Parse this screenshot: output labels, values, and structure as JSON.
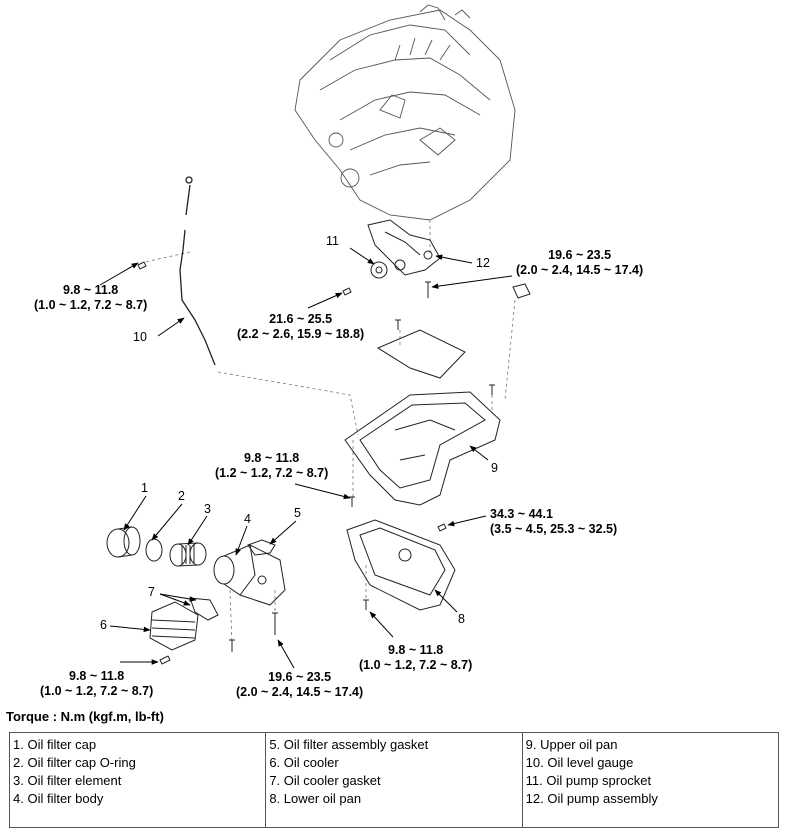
{
  "torques": {
    "t1": {
      "line1": "9.8 ~ 11.8",
      "line2": "(1.0 ~ 1.2, 7.2 ~ 8.7)"
    },
    "t2": {
      "line1": "19.6 ~ 23.5",
      "line2": "(2.0 ~ 2.4, 14.5 ~ 17.4)"
    },
    "t3": {
      "line1": "21.6 ~ 25.5",
      "line2": "(2.2 ~ 2.6, 15.9 ~ 18.8)"
    },
    "t4": {
      "line1": "9.8 ~ 11.8",
      "line2": "(1.2 ~ 1.2, 7.2 ~ 8.7)"
    },
    "t5": {
      "line1": "34.3 ~ 44.1",
      "line2": "(3.5 ~ 4.5, 25.3 ~ 32.5)"
    },
    "t6": {
      "line1": "9.8 ~ 11.8",
      "line2": "(1.0 ~ 1.2, 7.2 ~ 8.7)"
    },
    "t7": {
      "line1": "19.6 ~ 23.5",
      "line2": "(2.0 ~ 2.4, 14.5 ~ 17.4)"
    },
    "t8": {
      "line1": "9.8 ~ 11.8",
      "line2": "(1.0 ~ 1.2, 7.2 ~ 8.7)"
    }
  },
  "callouts": [
    "1",
    "2",
    "3",
    "4",
    "5",
    "6",
    "7",
    "8",
    "9",
    "10",
    "11",
    "12"
  ],
  "caption": "Torque : N.m (kgf.m, lb-ft)",
  "legend": {
    "col1": [
      "1. Oil filter cap",
      "2. Oil filter cap O-ring",
      "3. Oil filter element",
      "4. Oil filter body"
    ],
    "col2": [
      "5. Oil filter assembly gasket",
      "6. Oil cooler",
      "7. Oil cooler gasket",
      "8. Lower oil pan"
    ],
    "col3": [
      "9. Upper oil pan",
      "10. Oil level gauge",
      "11. Oil pump sprocket",
      "12. Oil pump assembly"
    ]
  }
}
